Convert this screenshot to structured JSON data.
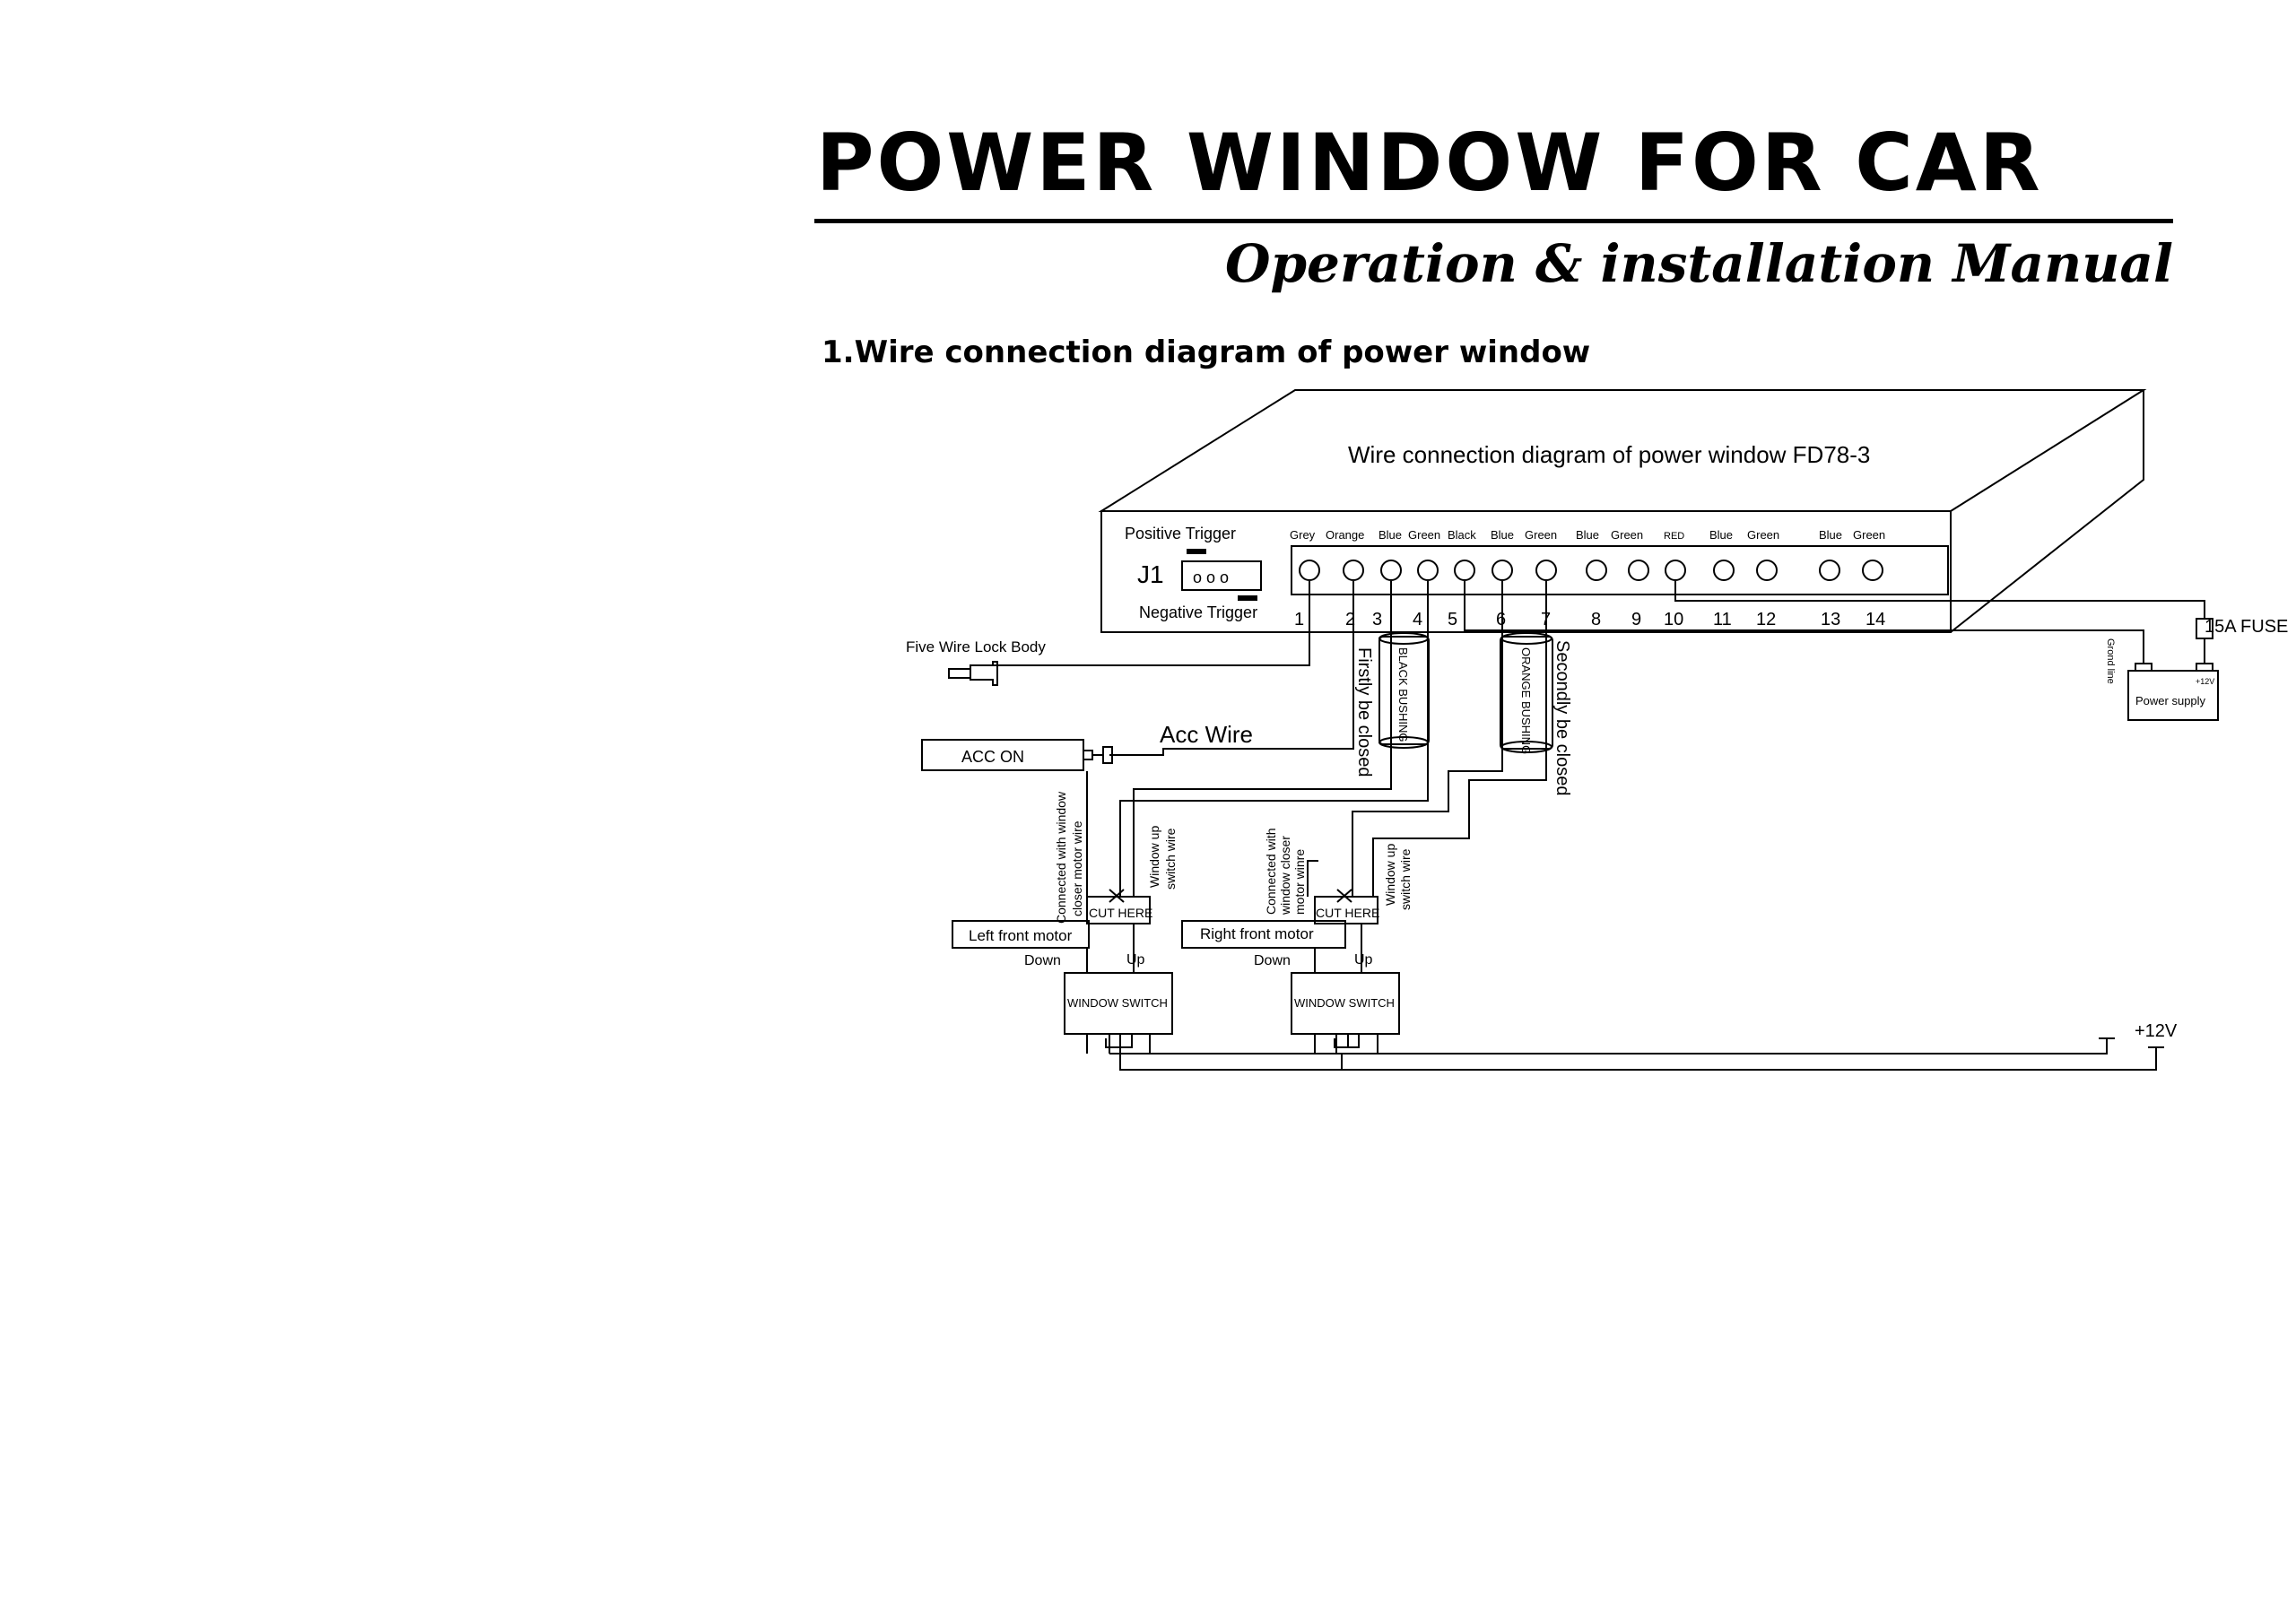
{
  "header": {
    "title": "POWER WINDOW FOR CAR",
    "subtitle": "Operation & installation Manual",
    "section_heading": "1.Wire connection diagram of power window"
  },
  "diagram": {
    "box_title": "Wire connection diagram of power window FD78-3",
    "positive_trigger": "Positive Trigger",
    "negative_trigger": "Negative Trigger",
    "jumper_label": "J1",
    "jumper_pins": "o o o",
    "wire_colors": [
      "Grey",
      "Orange",
      "Blue",
      "Green",
      "Black",
      "Blue",
      "Green",
      "Blue",
      "Green",
      "RED",
      "Blue",
      "Green",
      "Blue",
      "Green"
    ],
    "terminal_numbers": [
      "1",
      "2",
      "3",
      "4",
      "5",
      "6",
      "7",
      "8",
      "9",
      "10",
      "11",
      "12",
      "13",
      "14"
    ],
    "lock_body": "Five Wire Lock Body",
    "acc_on": "ACC ON",
    "acc_wire": "Acc Wire",
    "firstly_closed": "Firstly be closed",
    "secondly_closed": "Secondly be closed",
    "black_bushing": "BLACK BUSHING",
    "orange_bushing": "ORANGE BUSHING",
    "fuse": "15A FUSE",
    "ground_line": "Grond line",
    "power_supply": "Power supply",
    "plus12v_small": "+12V",
    "plus12v": "+12V",
    "left": {
      "motor": "Left front motor",
      "connected_line1": "Connected with window",
      "connected_line2": "closer motor wire",
      "window_up_line1": "Window up",
      "window_up_line2": "switch wire",
      "cut_here": "CUT HERE",
      "down": "Down",
      "up": "Up",
      "window_switch": "WINDOW  SWITCH"
    },
    "right": {
      "motor": "Right front motor",
      "connected_line1": "Connected with",
      "connected_line2": "window  closer",
      "connected_line3": "motor winre",
      "window_up_line1": "Window up",
      "window_up_line2": "switch wire",
      "cut_here": "CUT HERE",
      "down": "Down",
      "up": "Up",
      "window_switch": "WINDOW  SWITCH"
    }
  }
}
